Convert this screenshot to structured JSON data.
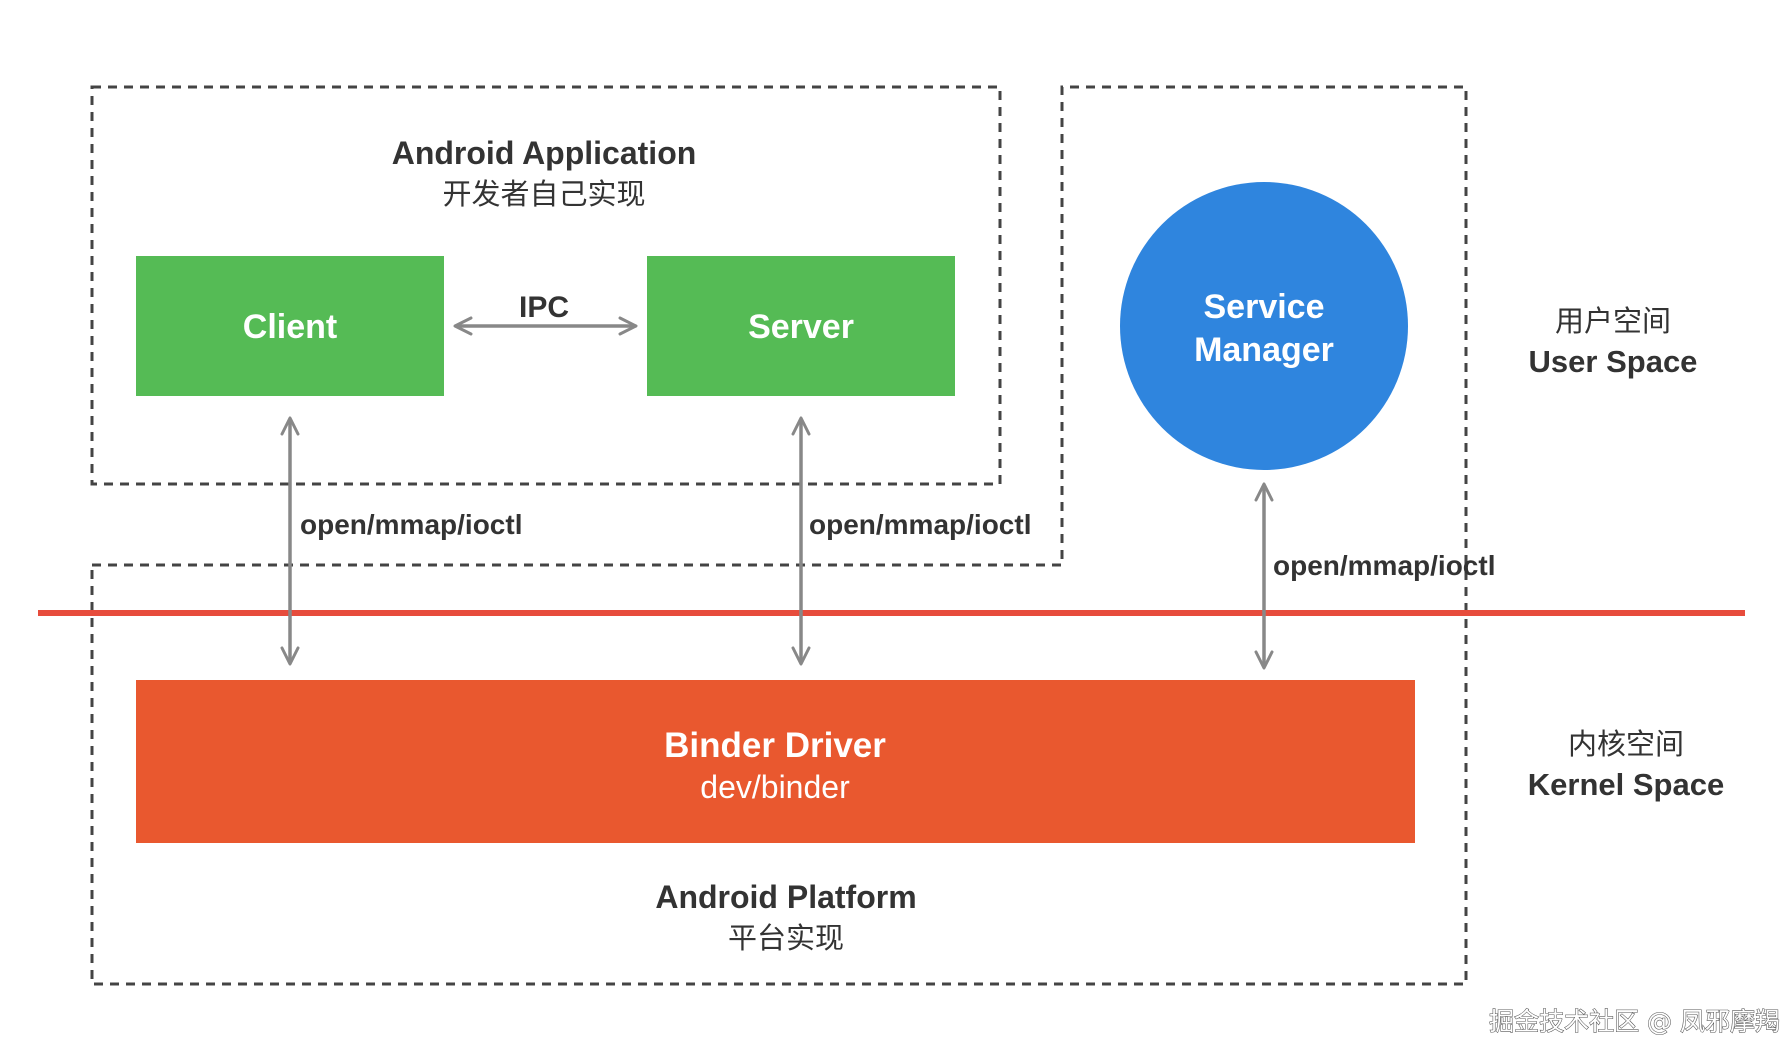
{
  "application": {
    "title": "Android Application",
    "subtitle": "开发者自己实现"
  },
  "client": {
    "label": "Client"
  },
  "server": {
    "label": "Server"
  },
  "ipc": {
    "label": "IPC"
  },
  "service_manager": {
    "line1": "Service",
    "line2": "Manager"
  },
  "syscalls": {
    "client": "open/mmap/ioctl",
    "server": "open/mmap/ioctl",
    "service_manager": "open/mmap/ioctl"
  },
  "binder_driver": {
    "title": "Binder Driver",
    "subtitle": "dev/binder"
  },
  "platform": {
    "title": "Android Platform",
    "subtitle": "平台实现"
  },
  "user_space": {
    "zh": "用户空间",
    "en": "User Space"
  },
  "kernel_space": {
    "zh": "内核空间",
    "en": "Kernel Space"
  },
  "watermark": {
    "text": "掘金技术社区 @ 凤邪摩羯"
  },
  "colors": {
    "green": "#55BB55",
    "blue": "#2F85DE",
    "orange": "#E9582F",
    "divider_red": "#E74C3C",
    "arrow_gray": "#888888",
    "dash_gray": "#444444",
    "text_dark": "#333333"
  }
}
